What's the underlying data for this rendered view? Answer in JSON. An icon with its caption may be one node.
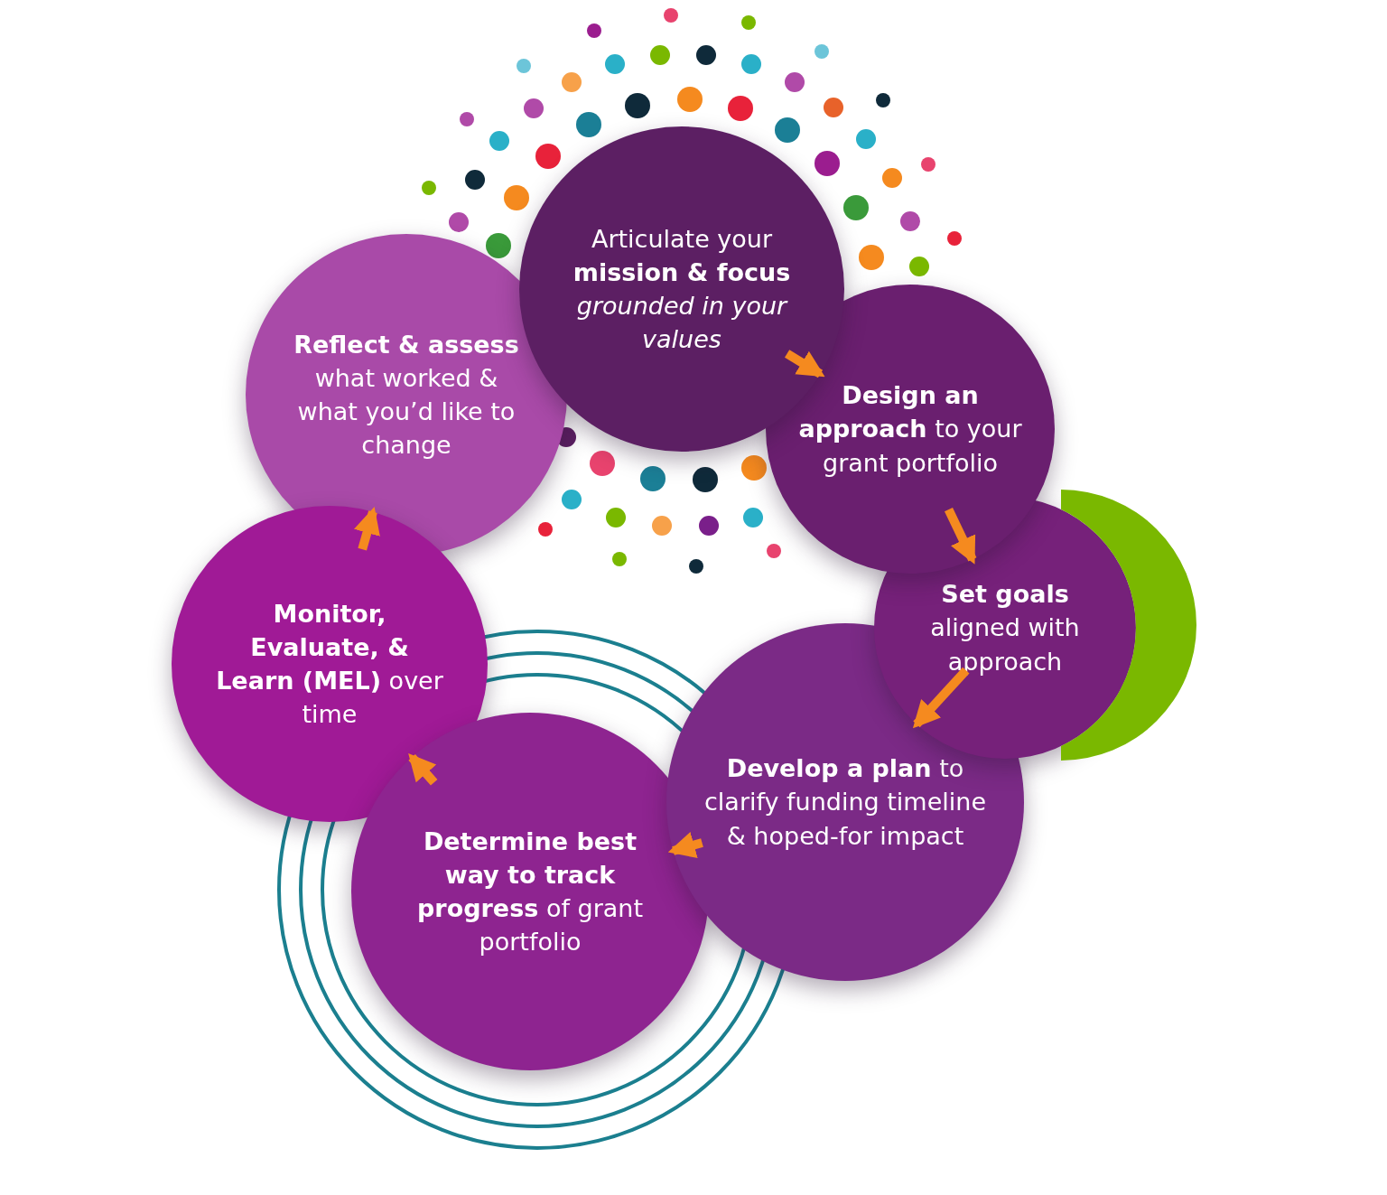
{
  "diagram": {
    "nodes": [
      {
        "text": [
          "Articulate your **mission & focus** *grounded in your values*"
        ]
      },
      {
        "text": [
          "**Design an approach** to your grant portfolio"
        ]
      },
      {
        "text": [
          "**Set goals** aligned with approach"
        ]
      },
      {
        "text": [
          "**Develop a plan** to clarify funding timeline & hoped-for impact"
        ]
      },
      {
        "text": [
          "**Determine best way to track progress** of grant portfolio"
        ]
      },
      {
        "text": [
          "**Monitor, Evaluate, & Learn (MEL)** over time"
        ]
      },
      {
        "text": [
          "**Reflect & assess** what worked & what you’d like to change"
        ]
      },
      {
        "text": [],
        "shape": "crescent"
      }
    ],
    "edges": [
      {
        "from": 0,
        "to": 1,
        "arrow": "to"
      },
      {
        "from": 1,
        "to": 2,
        "arrow": "to"
      },
      {
        "from": 2,
        "to": 3,
        "arrow": "to"
      },
      {
        "from": 3,
        "to": 4,
        "arrow": "to"
      },
      {
        "from": 4,
        "to": 5,
        "arrow": "to"
      },
      {
        "from": 5,
        "to": 6,
        "arrow": "to"
      }
    ]
  }
}
